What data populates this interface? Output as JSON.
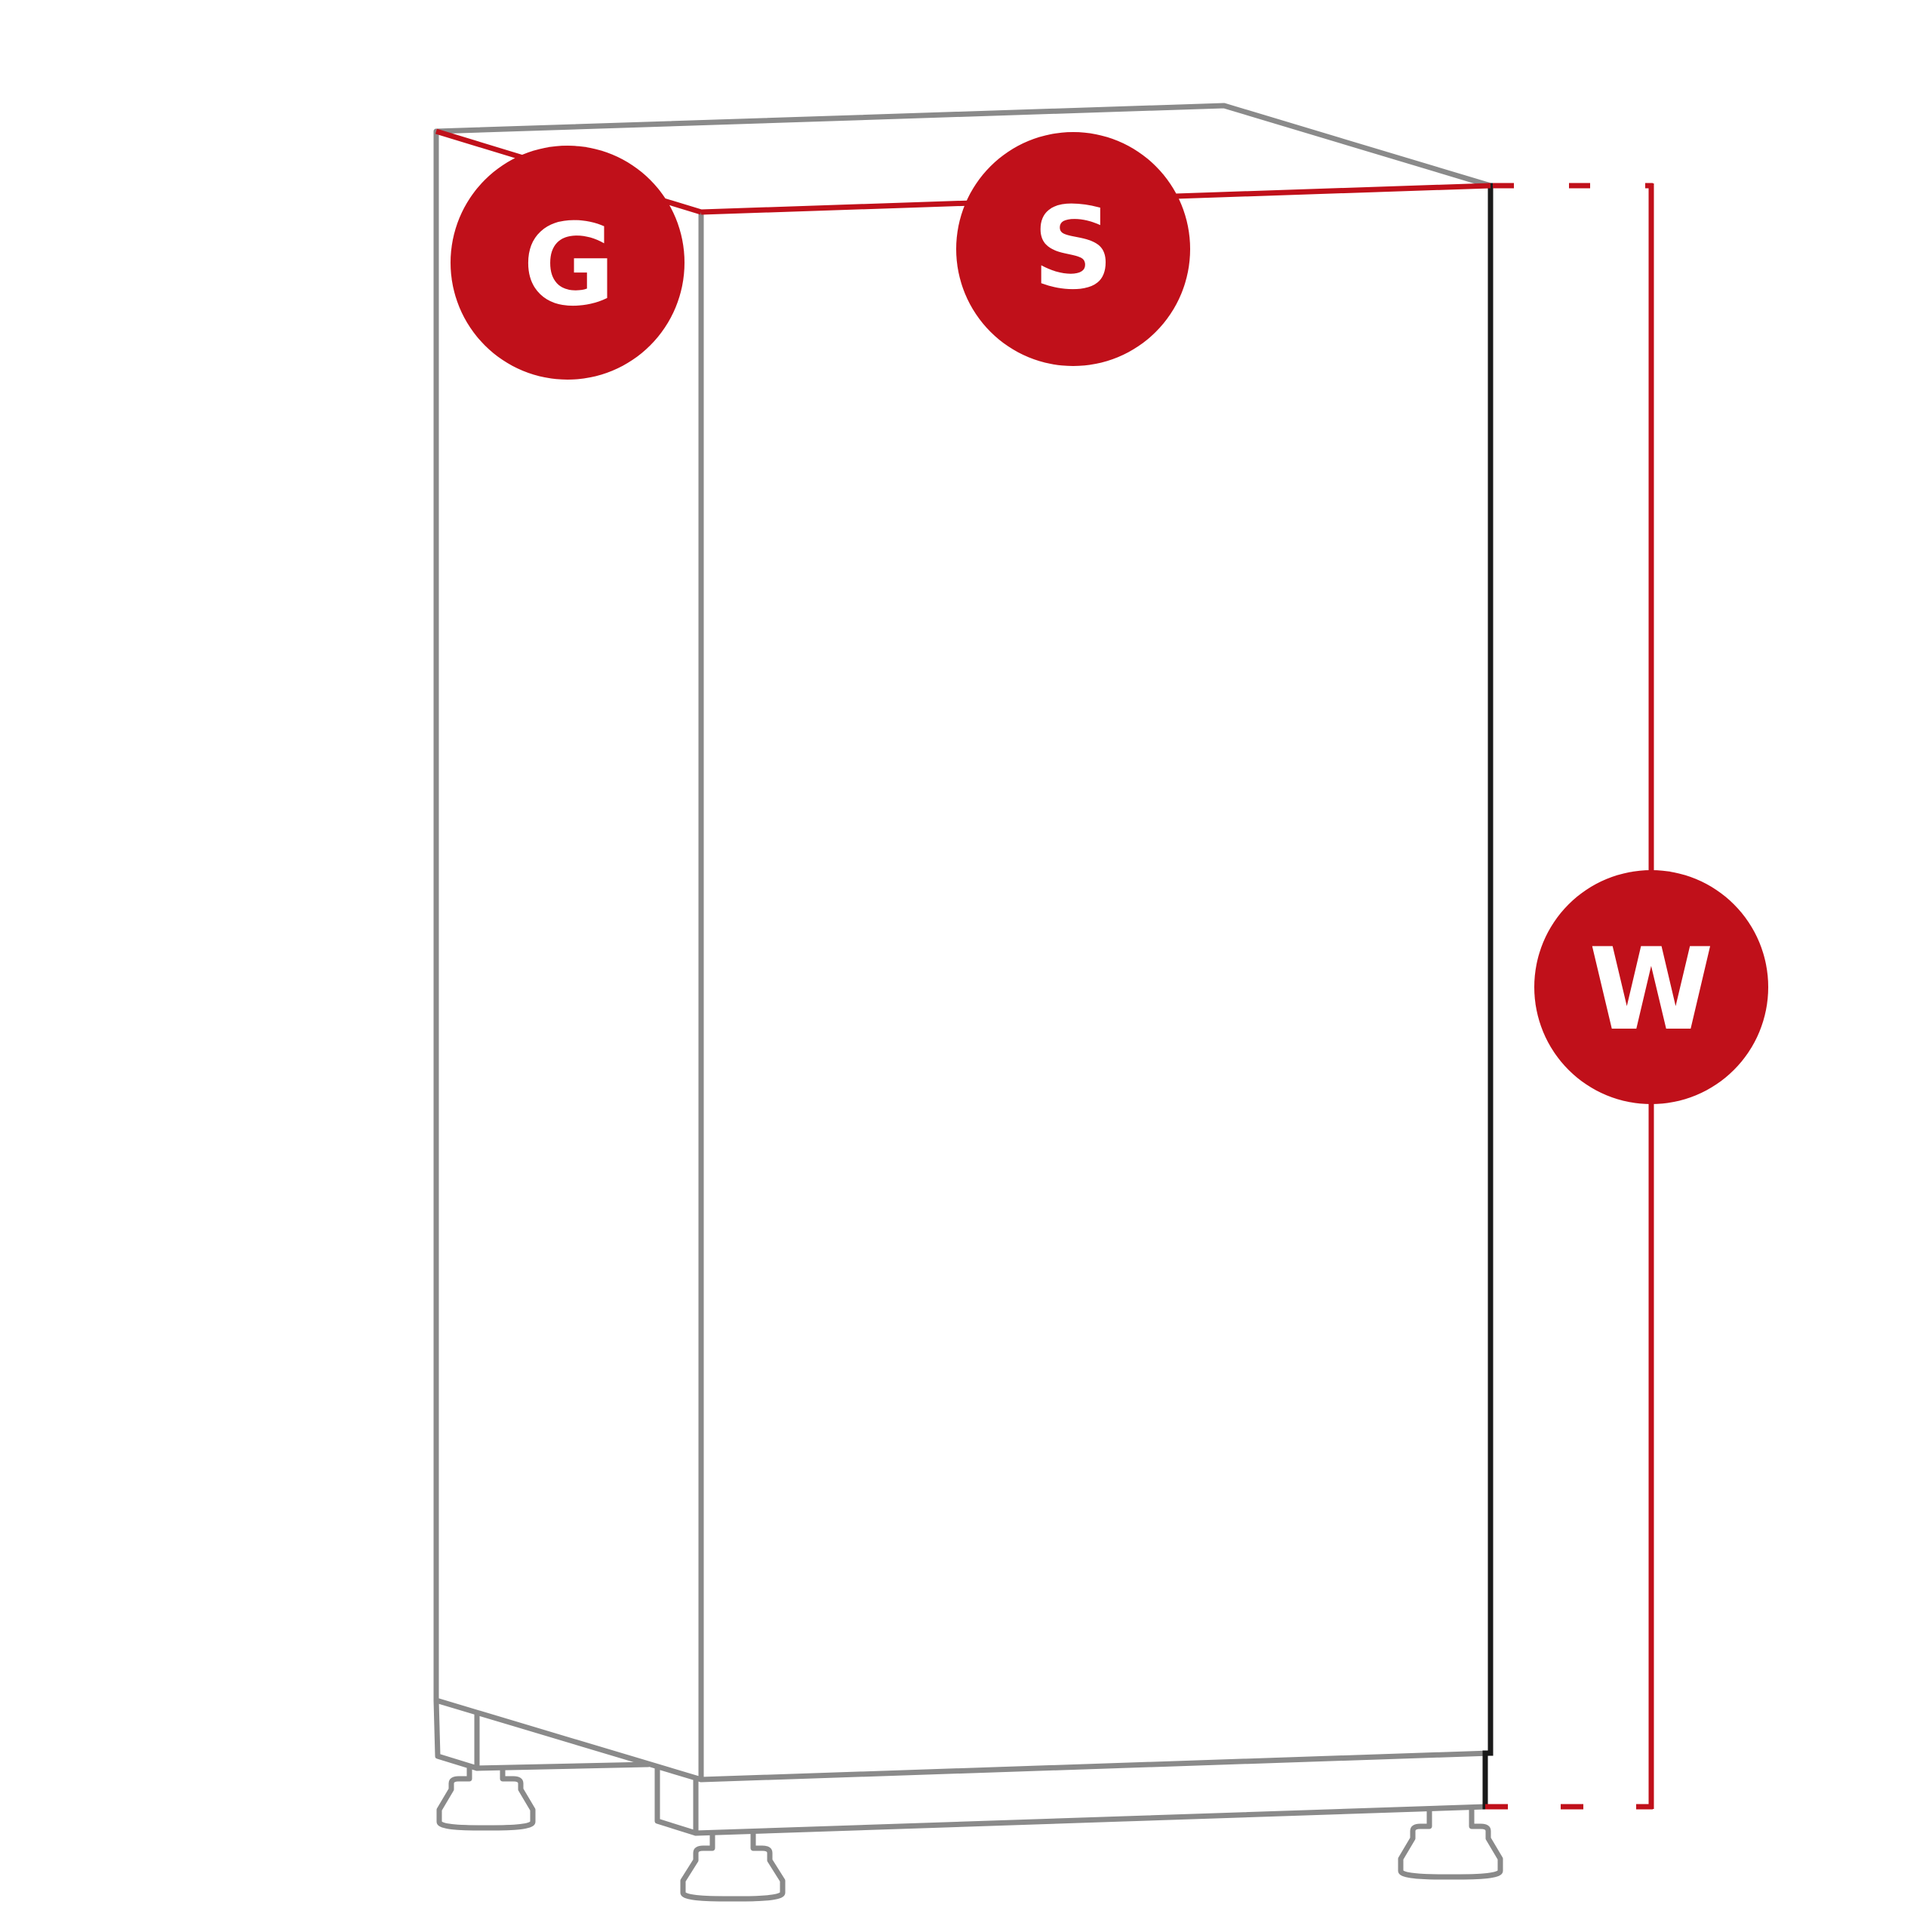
{
  "labels": {
    "depth": "G",
    "width": "S",
    "height": "W"
  },
  "colors": {
    "accent": "#c0101a",
    "outline": "#8a8a8a",
    "edge": "#1a1a1a",
    "background": "#ffffff"
  }
}
